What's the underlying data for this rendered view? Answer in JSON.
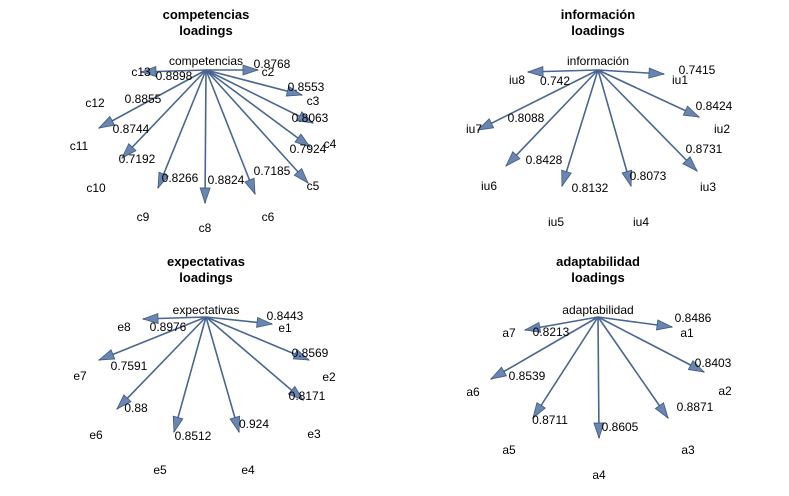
{
  "diagrams": [
    {
      "title": "competencias",
      "subtitle": "loadings",
      "root": "competencias",
      "indicators": [
        {
          "name": "c2",
          "loading": "0.8768"
        },
        {
          "name": "c3",
          "loading": "0.8553"
        },
        {
          "name": "c4",
          "loading": "0.8063"
        },
        {
          "name": "c5",
          "loading": "0.7924"
        },
        {
          "name": "c6",
          "loading": "0.7185"
        },
        {
          "name": "c8",
          "loading": "0.8824"
        },
        {
          "name": "c9",
          "loading": "0.8266"
        },
        {
          "name": "c10",
          "loading": "0.7192"
        },
        {
          "name": "c11",
          "loading": "0.8744"
        },
        {
          "name": "c12",
          "loading": "0.8855"
        },
        {
          "name": "c13",
          "loading": "0.8898"
        }
      ]
    },
    {
      "title": "información",
      "subtitle": "loadings",
      "root": "información",
      "indicators": [
        {
          "name": "iu1",
          "loading": "0.7415"
        },
        {
          "name": "iu2",
          "loading": "0.8424"
        },
        {
          "name": "iu3",
          "loading": "0.8731"
        },
        {
          "name": "iu4",
          "loading": "0.8073"
        },
        {
          "name": "iu5",
          "loading": "0.8132"
        },
        {
          "name": "iu6",
          "loading": "0.8428"
        },
        {
          "name": "iu7",
          "loading": "0.8088"
        },
        {
          "name": "iu8",
          "loading": "0.742"
        }
      ]
    },
    {
      "title": "expectativas",
      "subtitle": "loadings",
      "root": "expectativas",
      "indicators": [
        {
          "name": "e1",
          "loading": "0.8443"
        },
        {
          "name": "e2",
          "loading": "0.8569"
        },
        {
          "name": "e3",
          "loading": "0.8171"
        },
        {
          "name": "e4",
          "loading": "0.924"
        },
        {
          "name": "e5",
          "loading": "0.8512"
        },
        {
          "name": "e6",
          "loading": "0.88"
        },
        {
          "name": "e7",
          "loading": "0.7591"
        },
        {
          "name": "e8",
          "loading": "0.8976"
        }
      ]
    },
    {
      "title": "adaptabilidad",
      "subtitle": "loadings",
      "root": "adaptabilidad",
      "indicators": [
        {
          "name": "a1",
          "loading": "0.8486"
        },
        {
          "name": "a2",
          "loading": "0.8403"
        },
        {
          "name": "a3",
          "loading": "0.8871"
        },
        {
          "name": "a4",
          "loading": "0.8605"
        },
        {
          "name": "a5",
          "loading": "0.8711"
        },
        {
          "name": "a6",
          "loading": "0.8539"
        },
        {
          "name": "a7",
          "loading": "0.8213"
        }
      ]
    }
  ]
}
